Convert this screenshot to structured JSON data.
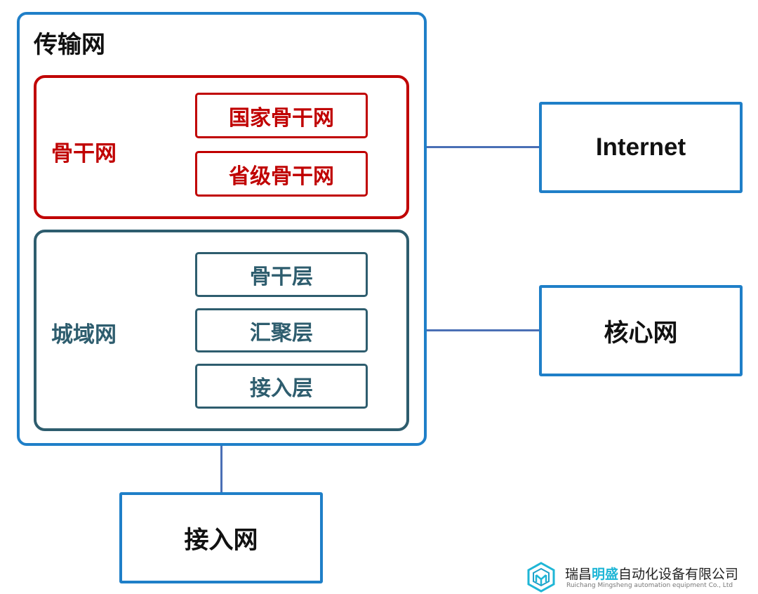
{
  "transport": {
    "title": "传输网"
  },
  "backbone": {
    "label": "骨干网",
    "items": [
      "国家骨干网",
      "省级骨干网"
    ]
  },
  "metro": {
    "label": "城域网",
    "items": [
      "骨干层",
      "汇聚层",
      "接入层"
    ]
  },
  "external": {
    "internet": "Internet",
    "core": "核心网",
    "access": "接入网"
  },
  "logo": {
    "name_prefix": "瑞昌",
    "name_highlight": "明盛",
    "name_suffix": "自动化设备有限公司",
    "english": "Ruichang Mingsheng automation equipment Co., Ltd",
    "icon": "hexagon-cube-logo-icon"
  },
  "colors": {
    "transport_border": "#1f7fc8",
    "backbone": "#c00000",
    "metro": "#2e5d6e",
    "connector": "#4a6fb5",
    "logo_highlight": "#1fb6d6"
  }
}
